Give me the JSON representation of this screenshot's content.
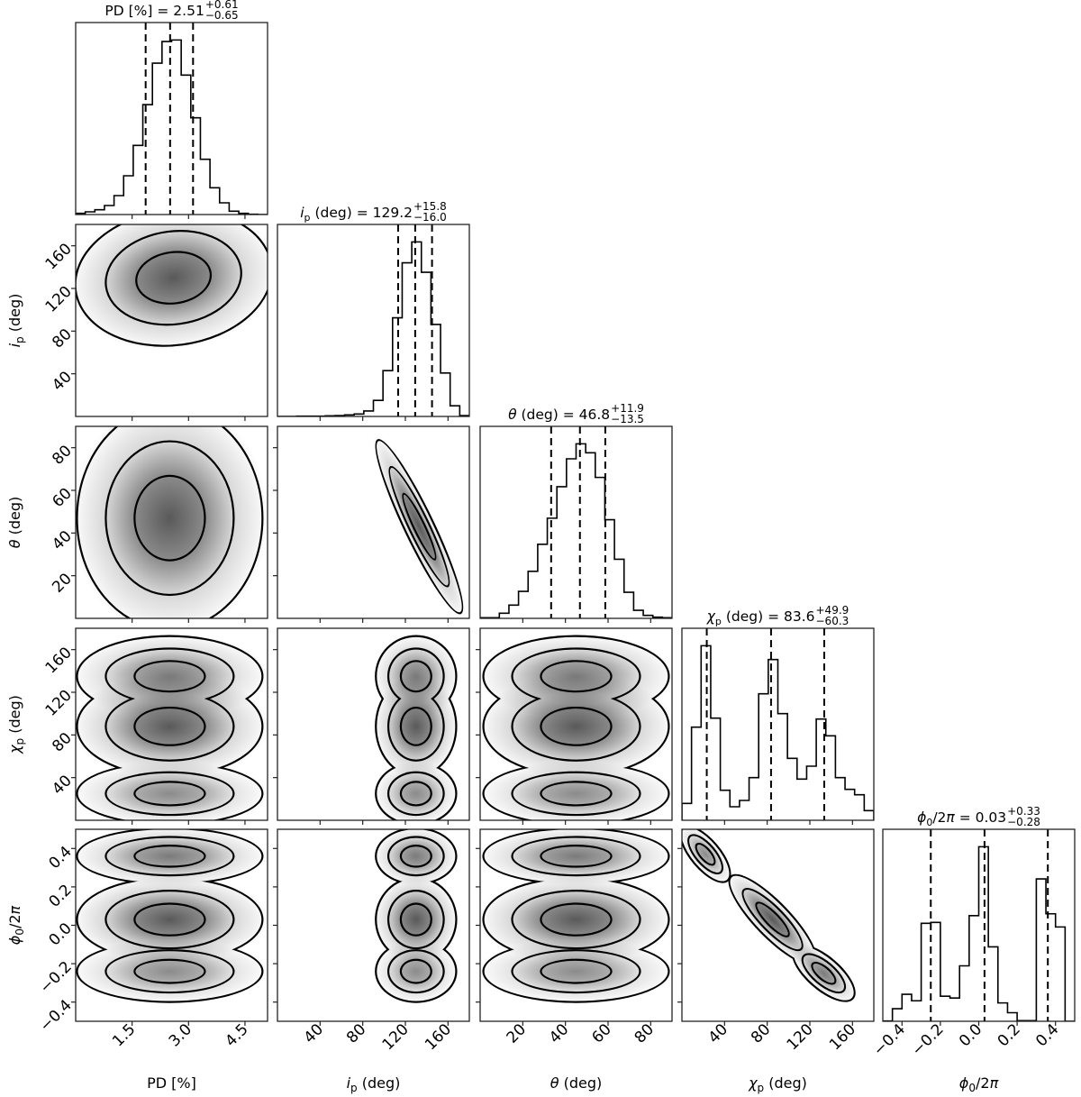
{
  "chart_data": {
    "type": "corner",
    "title": "",
    "params": [
      {
        "name": "PD",
        "label": [
          {
            "t": "PD [%]"
          }
        ],
        "range": [
          0,
          5.1
        ],
        "ticks": [
          1.5,
          3.0,
          4.5
        ],
        "tick_labels": [
          "1.5",
          "3.0",
          "4.5"
        ],
        "median": "2.51",
        "plus": "+0.61",
        "minus": "−0.65",
        "quantiles": [
          1.86,
          2.51,
          3.12
        ],
        "hist": [
          4,
          9,
          16,
          30,
          63,
          129,
          230,
          366,
          504,
          576,
          581,
          464,
          322,
          184,
          89,
          39,
          11,
          4,
          1,
          0
        ]
      },
      {
        "name": "i_p",
        "label": [
          {
            "t": "i",
            "s": "it"
          },
          {
            "t": "p",
            "s": "sub"
          },
          {
            "t": " (deg)"
          }
        ],
        "range": [
          0,
          180
        ],
        "ticks": [
          40,
          80,
          120,
          160
        ],
        "tick_labels": [
          "40",
          "80",
          "120",
          "160"
        ],
        "median": "129.2",
        "plus": "+15.8",
        "minus": "−16.0",
        "quantiles": [
          113.2,
          129.2,
          145.0
        ],
        "hist": [
          0,
          0,
          1,
          1,
          1,
          2,
          3,
          5,
          8,
          18,
          53,
          151,
          325,
          506,
          575,
          475,
          303,
          143,
          35,
          3
        ]
      },
      {
        "name": "theta",
        "label": [
          {
            "t": "θ",
            "s": "it"
          },
          {
            "t": " (deg)"
          }
        ],
        "range": [
          0,
          90
        ],
        "ticks": [
          20,
          40,
          60,
          80
        ],
        "tick_labels": [
          "20",
          "40",
          "60",
          "80"
        ],
        "median": "46.8",
        "plus": "+11.9",
        "minus": "−13.5",
        "quantiles": [
          33.3,
          46.8,
          58.7
        ],
        "hist": [
          2,
          2,
          17,
          44,
          90,
          157,
          247,
          334,
          439,
          532,
          582,
          552,
          470,
          329,
          197,
          87,
          27,
          10,
          4,
          2
        ]
      },
      {
        "name": "chi_p",
        "label": [
          {
            "t": "χ",
            "s": "it"
          },
          {
            "t": "p",
            "s": "sub"
          },
          {
            "t": " (deg)"
          }
        ],
        "range": [
          0,
          180
        ],
        "ticks": [
          40,
          80,
          120,
          160
        ],
        "tick_labels": [
          "40",
          "80",
          "120",
          "160"
        ],
        "median": "83.6",
        "plus": "+49.9",
        "minus": "−60.3",
        "quantiles": [
          23.3,
          83.6,
          133.5
        ],
        "hist": [
          56,
          310,
          581,
          340,
          100,
          45,
          66,
          142,
          421,
          535,
          355,
          206,
          137,
          180,
          337,
          281,
          142,
          103,
          85,
          32
        ]
      },
      {
        "name": "phi0_2pi",
        "label": [
          {
            "t": "ϕ",
            "s": "it"
          },
          {
            "t": "0",
            "s": "sub"
          },
          {
            "t": "/2"
          },
          {
            "t": "π",
            "s": "it"
          }
        ],
        "range": [
          -0.5,
          0.5
        ],
        "ticks": [
          -0.4,
          -0.2,
          0.0,
          0.2,
          0.4
        ],
        "tick_labels": [
          "−0.4",
          "−0.2",
          "0.0",
          "0.2",
          "0.4"
        ],
        "median": "0.03",
        "plus": "+0.33",
        "minus": "−0.28",
        "quantiles": [
          -0.25,
          0.03,
          0.36
        ],
        "hist": [
          1,
          41,
          88,
          67,
          320,
          323,
          82,
          76,
          181,
          345,
          570,
          243,
          60,
          28,
          2,
          2,
          465,
          351,
          308,
          0
        ]
      }
    ],
    "contour_sigma_levels": [
      1.1,
      2.0,
      2.9
    ],
    "pairs": [
      {
        "row": 1,
        "col": 0,
        "blobs": [
          {
            "mx": 2.6,
            "my": 130,
            "sx": 0.9,
            "sy": 22,
            "rho": 0.1,
            "w": 1
          }
        ]
      },
      {
        "row": 2,
        "col": 0,
        "blobs": [
          {
            "mx": 2.5,
            "my": 47,
            "sx": 0.85,
            "sy": 18,
            "rho": 0,
            "w": 1
          }
        ]
      },
      {
        "row": 2,
        "col": 1,
        "blobs": [
          {
            "mx": 133,
            "my": 43,
            "sx": 14,
            "sy": 14,
            "rho": -0.93,
            "w": 1.2
          }
        ]
      },
      {
        "row": 3,
        "col": 0,
        "blobs": [
          {
            "mx": 2.5,
            "my": 25,
            "sx": 0.85,
            "sy": 10,
            "rho": 0,
            "w": 0.7
          },
          {
            "mx": 2.5,
            "my": 88,
            "sx": 0.85,
            "sy": 16,
            "rho": 0,
            "w": 1
          },
          {
            "mx": 2.5,
            "my": 135,
            "sx": 0.85,
            "sy": 13,
            "rho": 0,
            "w": 0.8
          }
        ]
      },
      {
        "row": 3,
        "col": 1,
        "blobs": [
          {
            "mx": 130,
            "my": 25,
            "sx": 13,
            "sy": 10,
            "rho": 0,
            "w": 0.7
          },
          {
            "mx": 130,
            "my": 88,
            "sx": 13,
            "sy": 16,
            "rho": 0,
            "w": 1
          },
          {
            "mx": 130,
            "my": 135,
            "sx": 13,
            "sy": 13,
            "rho": 0,
            "w": 0.8
          }
        ]
      },
      {
        "row": 3,
        "col": 2,
        "blobs": [
          {
            "mx": 45,
            "my": 25,
            "sx": 15,
            "sy": 10,
            "rho": 0,
            "w": 0.7
          },
          {
            "mx": 45,
            "my": 88,
            "sx": 15,
            "sy": 16,
            "rho": 0,
            "w": 1
          },
          {
            "mx": 45,
            "my": 135,
            "sx": 15,
            "sy": 13,
            "rho": 0,
            "w": 0.8
          }
        ]
      },
      {
        "row": 4,
        "col": 0,
        "blobs": [
          {
            "mx": 2.5,
            "my": 0.36,
            "sx": 0.85,
            "sy": 0.05,
            "rho": 0,
            "w": 0.8
          },
          {
            "mx": 2.5,
            "my": 0.03,
            "sx": 0.85,
            "sy": 0.075,
            "rho": 0,
            "w": 1
          },
          {
            "mx": 2.5,
            "my": -0.24,
            "sx": 0.85,
            "sy": 0.055,
            "rho": 0,
            "w": 0.7
          }
        ]
      },
      {
        "row": 4,
        "col": 1,
        "blobs": [
          {
            "mx": 130,
            "my": 0.36,
            "sx": 13,
            "sy": 0.05,
            "rho": 0,
            "w": 0.8
          },
          {
            "mx": 130,
            "my": 0.03,
            "sx": 13,
            "sy": 0.075,
            "rho": 0,
            "w": 1
          },
          {
            "mx": 130,
            "my": -0.24,
            "sx": 13,
            "sy": 0.055,
            "rho": 0,
            "w": 0.7
          }
        ]
      },
      {
        "row": 4,
        "col": 2,
        "blobs": [
          {
            "mx": 45,
            "my": 0.36,
            "sx": 15,
            "sy": 0.05,
            "rho": 0,
            "w": 0.8
          },
          {
            "mx": 45,
            "my": 0.03,
            "sx": 15,
            "sy": 0.075,
            "rho": 0,
            "w": 1
          },
          {
            "mx": 45,
            "my": -0.24,
            "sx": 15,
            "sy": 0.055,
            "rho": 0,
            "w": 0.7
          }
        ]
      },
      {
        "row": 4,
        "col": 3,
        "blobs": [
          {
            "mx": 22,
            "my": 0.37,
            "sx": 8,
            "sy": 0.05,
            "rho": -0.7,
            "w": 0.7
          },
          {
            "mx": 85,
            "my": 0.03,
            "sx": 14,
            "sy": 0.08,
            "rho": -0.85,
            "w": 1
          },
          {
            "mx": 133,
            "my": -0.25,
            "sx": 10,
            "sy": 0.05,
            "rho": -0.7,
            "w": 0.8
          }
        ]
      }
    ],
    "colors": {
      "line": "#000000",
      "density": "#3c3c3c"
    }
  }
}
